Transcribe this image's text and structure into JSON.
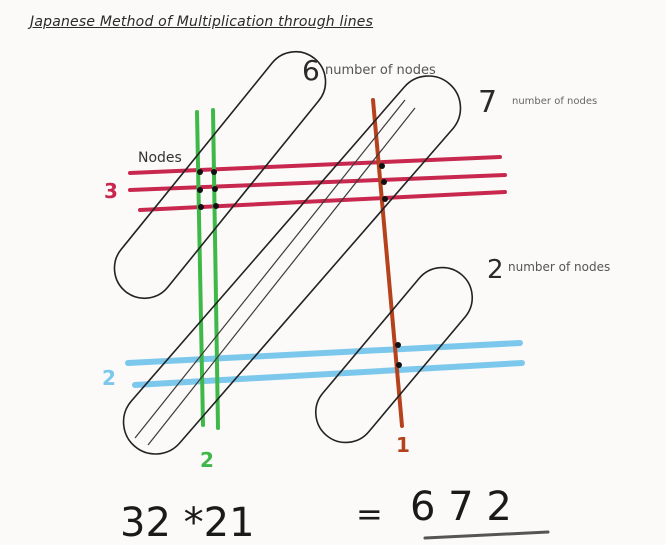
{
  "title": "Japanese Method of Multiplication through lines",
  "labels": {
    "nodes": "Nodes",
    "group_left": {
      "count": "6",
      "text": "number of nodes"
    },
    "group_middle": {
      "count": "7",
      "text": "number of nodes"
    },
    "group_right": {
      "count": "2",
      "text": "number of nodes"
    }
  },
  "digits": {
    "tens_first": "3",
    "units_first": "2",
    "tens_second": "2",
    "units_second": "1"
  },
  "equation": {
    "left": "32 *21",
    "equals": "=",
    "result": "6 7 2"
  },
  "colors": {
    "red": "#c8284e",
    "blue": "#7cc8ec",
    "green": "#3fb84a",
    "brown": "#b5421c",
    "ink": "#1a1a1a",
    "gray_text": "#555555"
  }
}
